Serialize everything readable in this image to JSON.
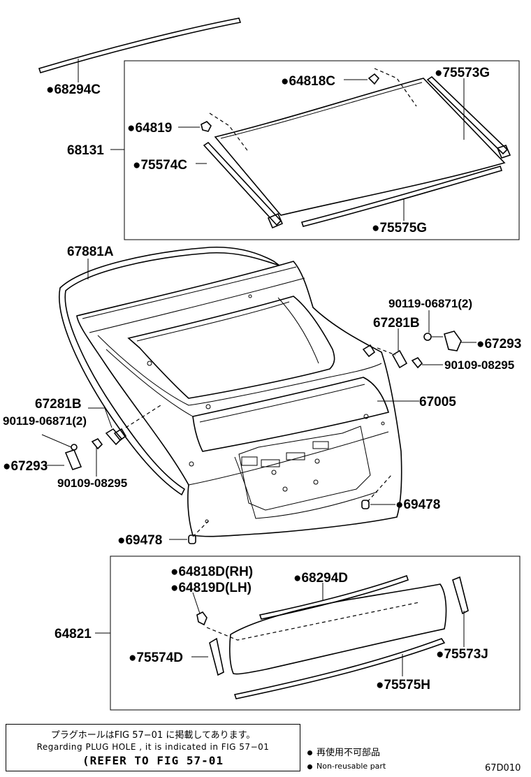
{
  "labels": {
    "p68294C": "●68294C",
    "p64818C": "●64818C",
    "p75573G": "●75573G",
    "p64819": "●64819",
    "p68131": "68131",
    "p75574C": "●75574C",
    "p75575G": "●75575G",
    "p67881A": "67881A",
    "p90119_r": "90119-06871(2)",
    "p67281B_r": "67281B",
    "p67293_r": "●67293",
    "p90109_r": "90109-08295",
    "p67005": "67005",
    "p67281B_l": "67281B",
    "p90119_l": "90119-06871(2)",
    "p67293_l": "●67293",
    "p90109_l": "90109-08295",
    "p69478_r": "●69478",
    "p69478_l": "●69478",
    "p64818D": "●64818D(RH)",
    "p64819D": "●64819D(LH)",
    "p68294D": "●68294D",
    "p64821": "64821",
    "p75574D": "●75574D",
    "p75573J": "●75573J",
    "p75575H": "●75575H"
  },
  "note": {
    "line1": "プラグホールはFIG 57−01 に掲載してあります。",
    "line2": "Regarding PLUG HOLE , it is indicated in FIG 57−01",
    "line3": "(REFER TO FIG 57-01"
  },
  "legend": {
    "jp": "再使用不可部品",
    "en": "Non-reusable part"
  },
  "figure_code": "67D010"
}
